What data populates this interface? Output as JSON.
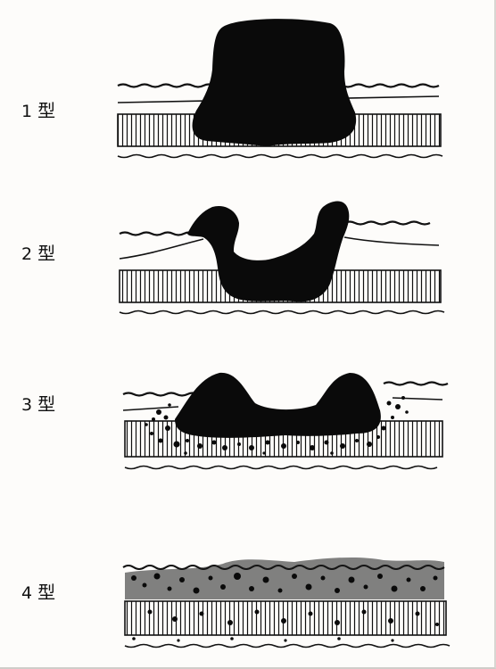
{
  "types": [
    {
      "number": "1",
      "suffix": "型"
    },
    {
      "number": "2",
      "suffix": "型"
    },
    {
      "number": "3",
      "suffix": "型"
    },
    {
      "number": "4",
      "suffix": "型"
    }
  ]
}
